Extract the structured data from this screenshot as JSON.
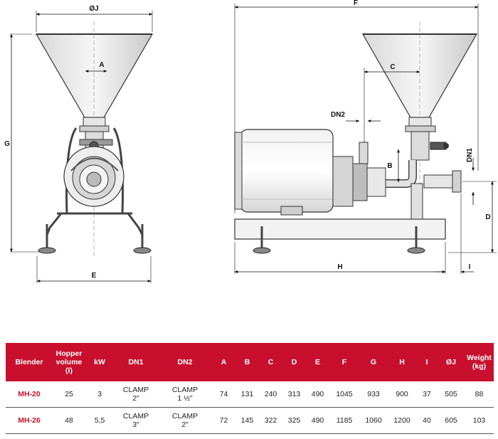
{
  "drawing": {
    "labels": {
      "dim_j": "ØJ",
      "dim_a": "A",
      "dim_g": "G",
      "dim_e": "E",
      "dim_f": "F",
      "dim_c": "C",
      "dim_dn2": "DN2",
      "dim_b": "B",
      "dim_dn1": "DN1",
      "dim_d": "D",
      "dim_h": "H",
      "dim_i": "I"
    }
  },
  "table": {
    "headers": {
      "blender": "Blender",
      "hopper_line1": "Hopper",
      "hopper_line2": "volume",
      "hopper_line3": "(l)",
      "kw": "kW",
      "dn1": "DN1",
      "dn2": "DN2",
      "a": "A",
      "b": "B",
      "c": "C",
      "d": "D",
      "e": "E",
      "f": "F",
      "g": "G",
      "h": "H",
      "i": "I",
      "j": "ØJ",
      "weight_line1": "Weight",
      "weight_line2": "(kg)"
    },
    "rows": [
      {
        "model": "MH-20",
        "hopper": "25",
        "kw": "3",
        "dn1_l1": "CLAMP",
        "dn1_l2": "2\"",
        "dn2_l1": "CLAMP",
        "dn2_l2": "1 ½\"",
        "a": "74",
        "b": "131",
        "c": "240",
        "d": "313",
        "e": "490",
        "f": "1045",
        "g": "933",
        "h": "900",
        "i": "37",
        "j": "505",
        "weight": "88"
      },
      {
        "model": "MH-26",
        "hopper": "48",
        "kw": "5,5",
        "dn1_l1": "CLAMP",
        "dn1_l2": "3\"",
        "dn2_l1": "CLAMP",
        "dn2_l2": "2\"",
        "a": "72",
        "b": "145",
        "c": "322",
        "d": "325",
        "e": "490",
        "f": "1185",
        "g": "1060",
        "h": "1200",
        "i": "40",
        "j": "605",
        "weight": "103"
      }
    ]
  }
}
